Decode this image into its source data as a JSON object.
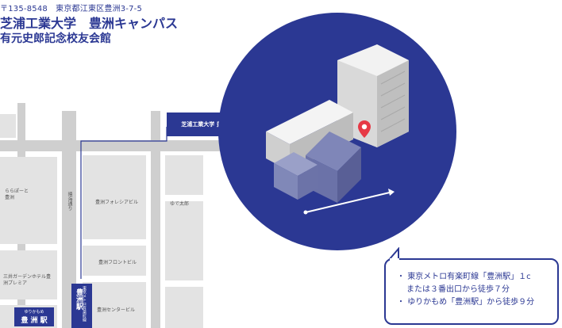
{
  "header": {
    "postal": "〒135-8548　東京都江東区豊洲3-7-5",
    "campus_title": "芝浦工業大学　豊洲キャンパス",
    "building_title": "有元史郎記念校友会館"
  },
  "map": {
    "campus_label": "芝浦工業大学 豊洲キャンパス",
    "road_label": "晴海通り",
    "buildings": {
      "foresia": "豊洲フォレシアビル",
      "front": "豊洲フロントビル",
      "center": "豊洲センタービル",
      "yutaro": "ゆで太郎",
      "lalaport": "ららぽーと豊洲",
      "mitsui_hotel": "三井ガーデンホテル豊洲プレミア"
    },
    "stations": {
      "metro_top": "東京メトロ有楽町線",
      "metro_name": "豊洲駅",
      "yurikamome_top": "ゆりかもめ",
      "yurikamome_name": "豊 洲 駅"
    }
  },
  "access": {
    "line1": "東京メトロ有楽町線「豊洲駅」１c",
    "line2": "または３番出口から徒歩７分",
    "line3": "ゆりかもめ「豊洲駅」から徒歩９分"
  },
  "colors": {
    "accent": "#2b3893",
    "road": "#cfcfcf",
    "block": "#e3e3e3",
    "pin": "#e63946"
  }
}
